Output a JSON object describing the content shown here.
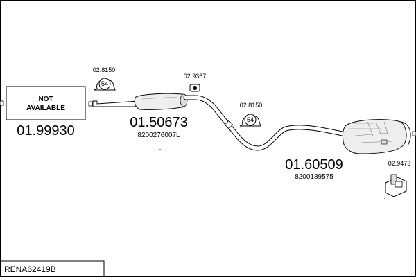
{
  "diagram": {
    "reference": "RENA62419B",
    "not_available_line1": "NOT",
    "not_available_line2": "AVAILABLE",
    "parts": {
      "front_pipe": {
        "number": "01.99930"
      },
      "middle_silencer": {
        "number": "01.50673",
        "oem": "8200276007L"
      },
      "rear_silencer": {
        "number": "01.60509",
        "oem": "8200189575"
      }
    },
    "fittings": {
      "clamp_front": {
        "number": "02.8150",
        "size": "54"
      },
      "hanger_mid": {
        "number": "02.9367"
      },
      "clamp_rear": {
        "number": "02.8150",
        "size": "54"
      },
      "hanger_rear": {
        "number": "02.9473"
      }
    }
  }
}
